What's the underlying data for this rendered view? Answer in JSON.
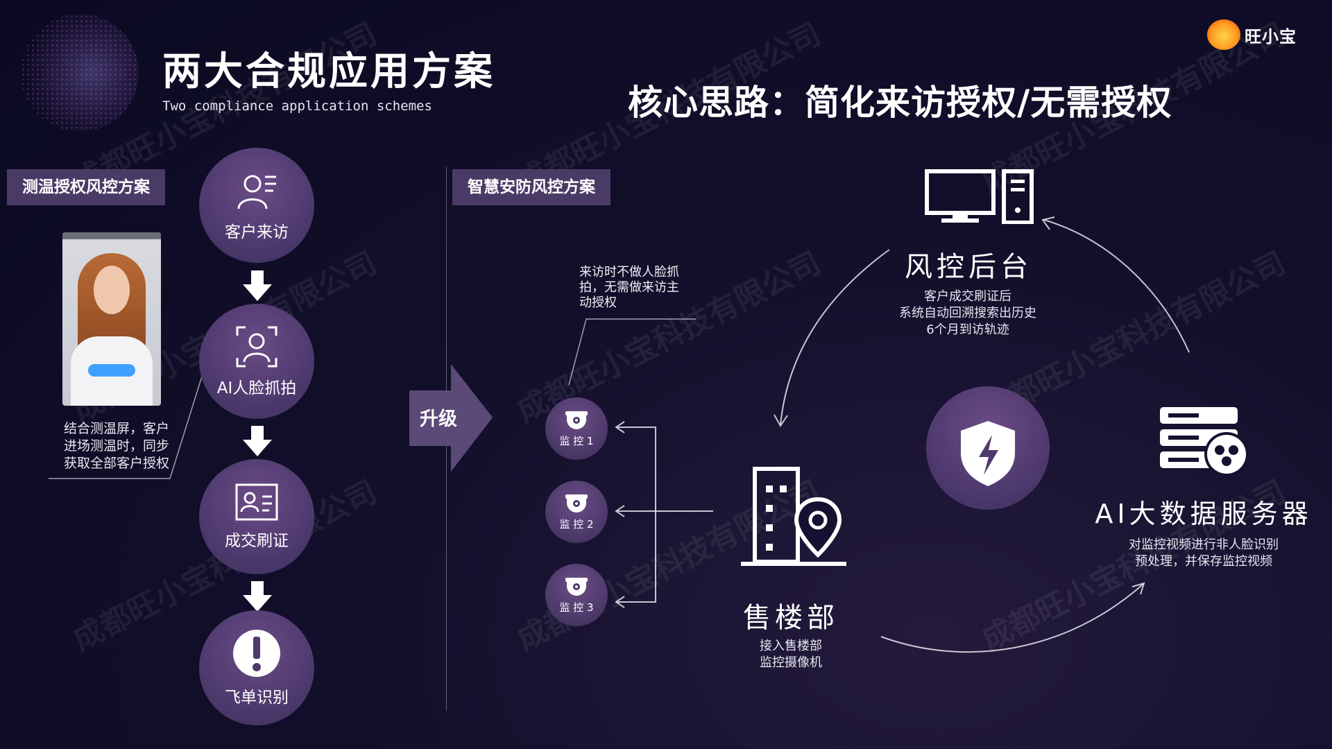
{
  "header": {
    "title": "两大合规应用方案",
    "subtitle": "Two compliance application schemes",
    "core_idea": "核心思路：简化来访授权/无需授权",
    "logo_text": "旺小宝"
  },
  "left_section": {
    "tag": "测温授权风控方案",
    "photo_caption": [
      "结合测温屏，客户",
      "进场测温时，同步",
      "获取全部客户授权"
    ],
    "steps": [
      {
        "label": "客户来访",
        "icon": "user-card-icon"
      },
      {
        "label": "AI人脸抓拍",
        "icon": "face-scan-icon"
      },
      {
        "label": "成交刷证",
        "icon": "id-card-icon"
      },
      {
        "label": "飞单识别",
        "icon": "exclamation-icon"
      }
    ]
  },
  "upgrade_label": "升级",
  "right_section": {
    "tag": "智慧安防风控方案",
    "camera_note": [
      "来访时不做人脸抓",
      "拍，无需做来访主",
      "动授权"
    ],
    "cameras": [
      "监 控 1",
      "监 控 2",
      "监 控 3"
    ],
    "backend": {
      "title": "风控后台",
      "desc": [
        "客户成交刷证后",
        "系统自动回溯搜索出历史",
        "6个月到访轨迹"
      ]
    },
    "sales_office": {
      "title": "售楼部",
      "desc": [
        "接入售楼部",
        "监控摄像机"
      ]
    },
    "ai_server": {
      "title": "AI大数据服务器",
      "desc": [
        "对监控视频进行非人脸识别",
        "预处理，并保存监控视频"
      ]
    }
  },
  "watermark": "成都旺小宝科技有限公司"
}
